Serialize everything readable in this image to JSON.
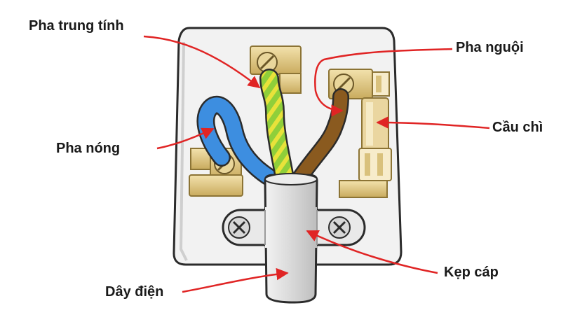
{
  "diagram": {
    "labels": {
      "neutral": "Pha trung tính",
      "cold": "Pha nguội",
      "hot": "Pha nóng",
      "fuse": "Cầu chì",
      "clamp": "Kẹp cáp",
      "cable": "Dây điện"
    },
    "colors": {
      "arrow": "#e02424",
      "casing": "#f2f2f2",
      "outline": "#2b2b2b",
      "brass": "#e6cf8f",
      "brass_dark": "#b99b4e",
      "wire_blue": "#3d8ee0",
      "wire_green": "#8fcf3a",
      "wire_yellow": "#e8e23a",
      "wire_brown": "#8a5a1f",
      "cable_grey": "#dcdcdc"
    }
  }
}
